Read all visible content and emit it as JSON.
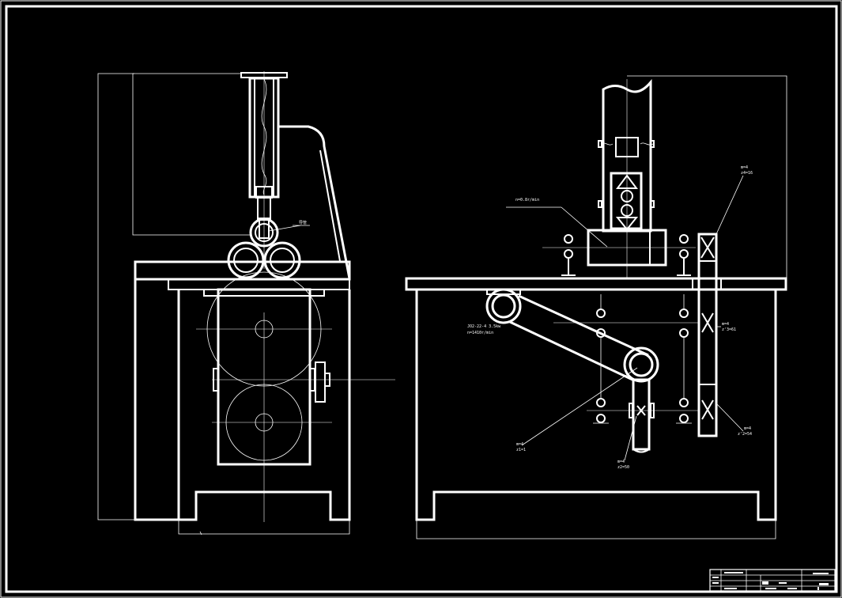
{
  "drawing": {
    "background": "#000000",
    "line_color": "#ffffff",
    "annotations": {
      "guide_roller_label": "导管",
      "worktable_speed": "n=0.8r/min",
      "motor_model": "JO2-22-4  3.5kw",
      "motor_speed": "n=1410r/min",
      "gear_z4": {
        "module": "m=4",
        "teeth": "z4=16"
      },
      "gear_z3": {
        "module": "m=4",
        "teeth": "z'3=61"
      },
      "gear_z2p": {
        "module": "m=4",
        "teeth": "z'2=54"
      },
      "gear_z1": {
        "module": "m=4",
        "teeth": "z1=1"
      },
      "gear_z2": {
        "module": "m=4",
        "teeth": "z2=50"
      }
    },
    "title_block": {
      "rows": [
        "",
        "",
        "",
        ""
      ]
    }
  }
}
